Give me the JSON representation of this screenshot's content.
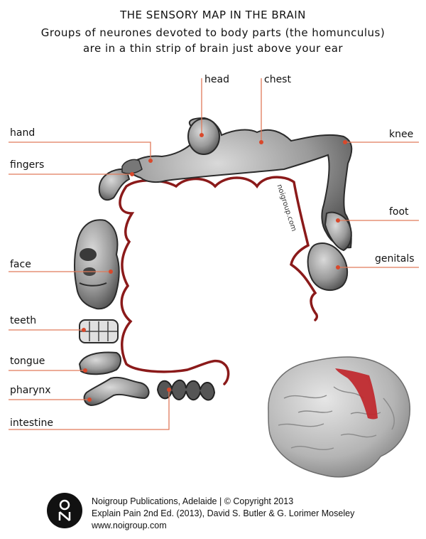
{
  "header": {
    "title": "THE SENSORY MAP IN THE BRAIN",
    "subtitle_line1": "Groups of neurones devoted to body parts (the homunculus)",
    "subtitle_line2": "are in a thin strip of brain just above your ear"
  },
  "labels": {
    "head": "head",
    "chest": "chest",
    "hand": "hand",
    "knee": "knee",
    "fingers": "fingers",
    "foot": "foot",
    "face": "face",
    "genitals": "genitals",
    "teeth": "teeth",
    "tongue": "tongue",
    "pharynx": "pharynx",
    "intestine": "intestine"
  },
  "watermark": "noigroup.com",
  "footer": {
    "line1": "Noigroup Publications, Adelaide | © Copyright 2013",
    "line2": "Explain Pain 2nd Ed. (2013), David S. Butler & G. Lorimer Moseley",
    "line3": "www.noigroup.com"
  },
  "colors": {
    "leader_line": "#e07a5a",
    "cortex_line": "#8b1a1a",
    "body_fill": "#9a9a9a",
    "brain_fill": "#b8b8b8",
    "highlight_strip": "#c0262b"
  }
}
